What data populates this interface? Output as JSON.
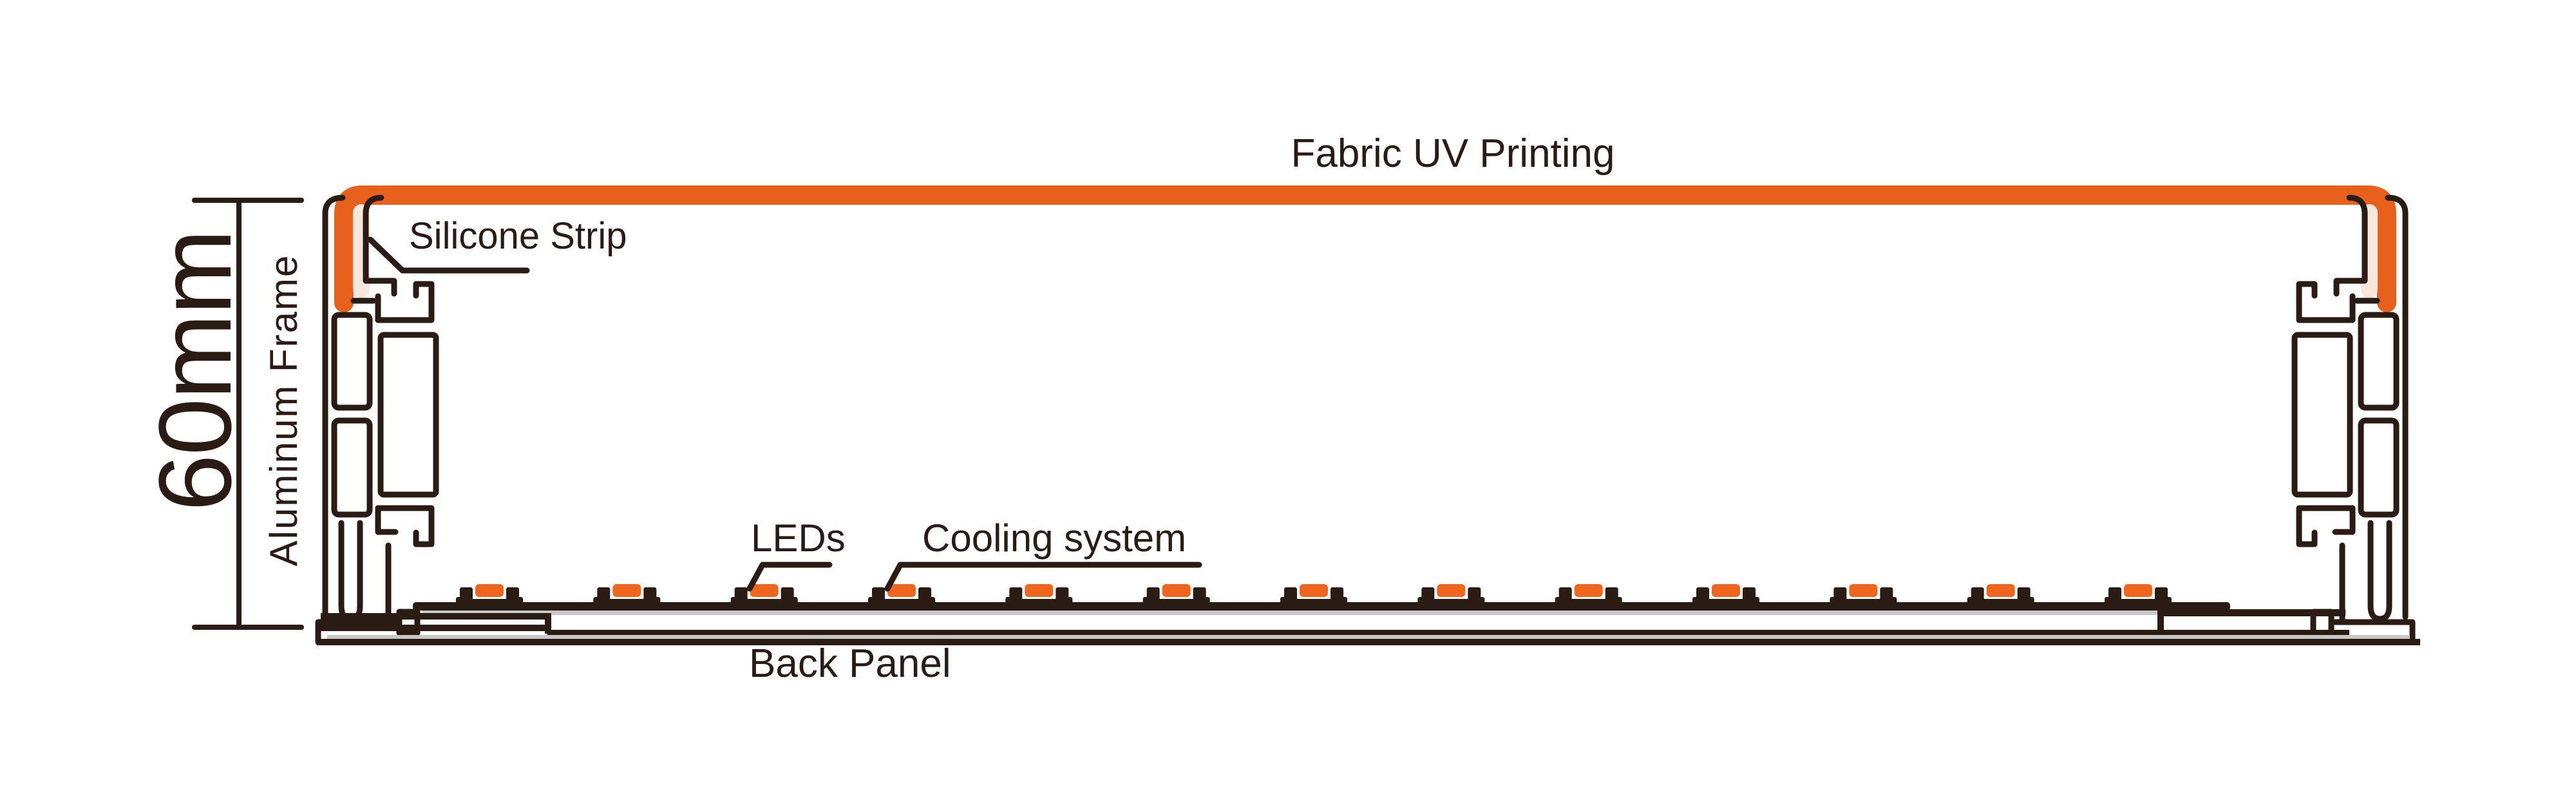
{
  "diagram": {
    "labels": {
      "fabric": "Fabric UV Printing",
      "silicone": "Silicone Strip",
      "leds": "LEDs",
      "cooling": "Cooling system",
      "back_panel": "Back Panel",
      "dimension": "60mm",
      "frame": "Aluminum Frame"
    },
    "led_modules": {
      "count": 13
    },
    "colors": {
      "line_black": "#2a1b14",
      "fabric_orange": "#e8611c",
      "led_orange": "#f0661e",
      "silicone_pink": "#fae7db",
      "panel_gray": "#c7c7c8",
      "background": "#ffffff"
    }
  }
}
